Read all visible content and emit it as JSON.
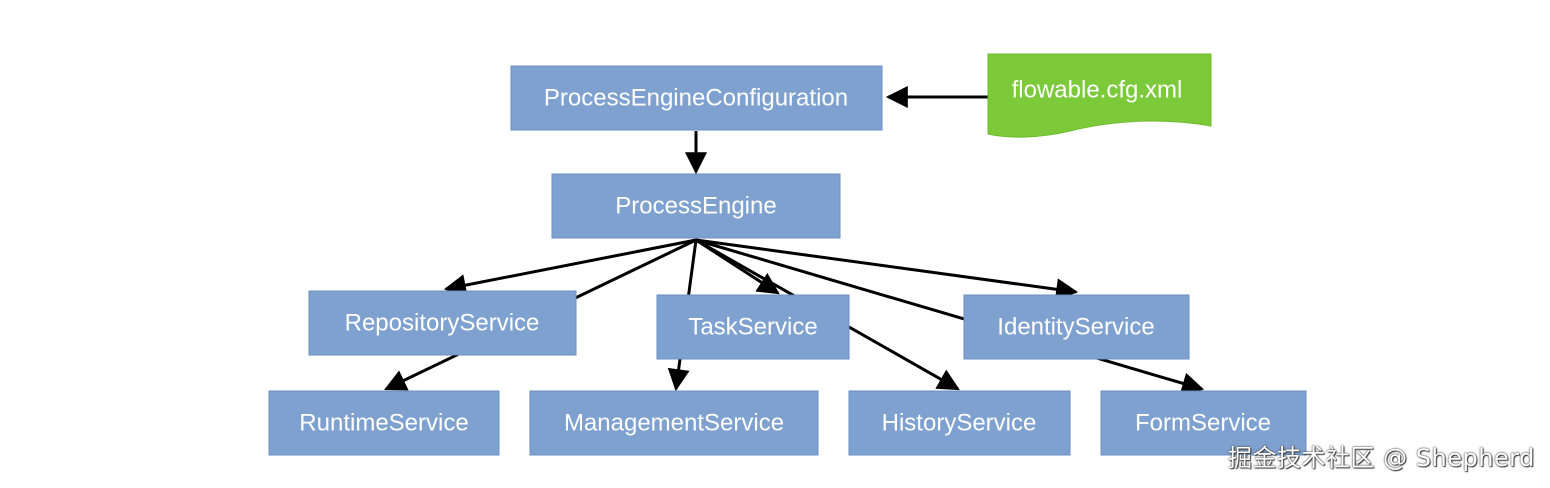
{
  "nodes": {
    "process_engine_configuration": "ProcessEngineConfiguration",
    "flowable_cfg_xml": "flowable.cfg.xml",
    "process_engine": "ProcessEngine",
    "repository_service": "RepositoryService",
    "task_service": "TaskService",
    "identity_service": "IdentityService",
    "runtime_service": "RuntimeService",
    "management_service": "ManagementService",
    "history_service": "HistoryService",
    "form_service": "FormService"
  },
  "edges": [
    {
      "from": "flowable_cfg_xml",
      "to": "process_engine_configuration"
    },
    {
      "from": "process_engine_configuration",
      "to": "process_engine"
    },
    {
      "from": "process_engine",
      "to": "repository_service"
    },
    {
      "from": "process_engine",
      "to": "task_service"
    },
    {
      "from": "process_engine",
      "to": "identity_service"
    },
    {
      "from": "process_engine",
      "to": "runtime_service"
    },
    {
      "from": "process_engine",
      "to": "management_service"
    },
    {
      "from": "process_engine",
      "to": "history_service"
    },
    {
      "from": "process_engine",
      "to": "form_service"
    }
  ],
  "colors": {
    "node_fill": "#7fa1cf",
    "document_fill": "#7cc93a",
    "edge": "#000000",
    "node_text": "#ffffff"
  },
  "watermark": "掘金技术社区 @ Shepherd"
}
